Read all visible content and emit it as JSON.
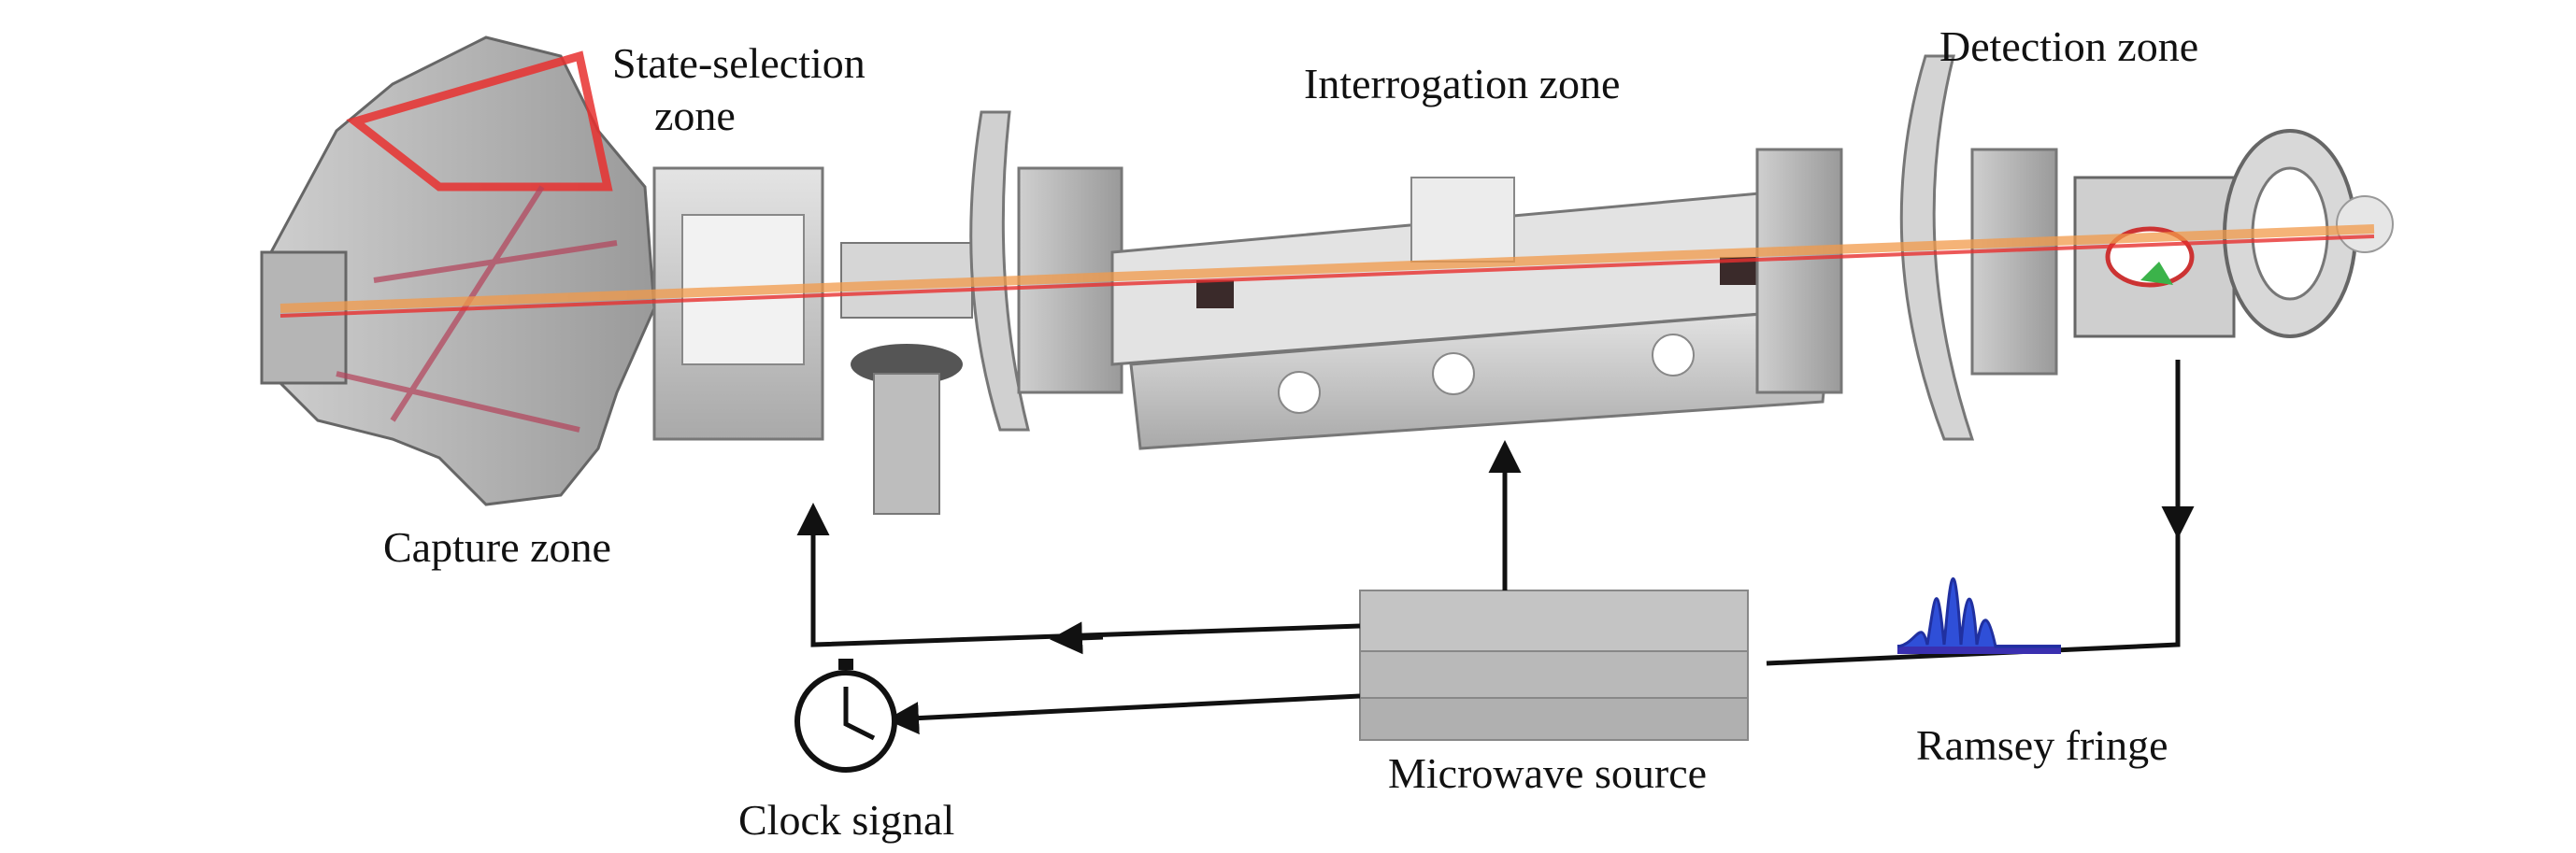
{
  "labels": {
    "state_selection_line1": "State-selection",
    "state_selection_line2": "zone",
    "interrogation": "Interrogation zone",
    "detection": "Detection zone",
    "capture": "Capture zone",
    "clock_signal": "Clock signal",
    "microwave_source": "Microwave source",
    "ramsey_fringe": "Ramsey fringe"
  },
  "colors": {
    "apparatus": "#c9c9c9",
    "laser": "#e8302f",
    "fringe": "#2f4fd8",
    "lines": "#111111"
  }
}
